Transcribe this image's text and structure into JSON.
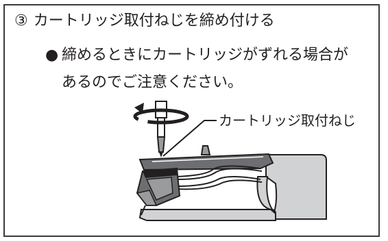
{
  "step": {
    "number": "③",
    "text": "カートリッジ取付ねじを締め付ける"
  },
  "note": {
    "bullet": "●",
    "line1": "締めるときにカートリッジがずれる場合が",
    "line2": "あるのでご注意ください。"
  },
  "diagram": {
    "callout_label": "カートリッジ取付ねじ",
    "colors": {
      "outline": "#231f20",
      "dark_gray": "#6d6e71",
      "mid_gray": "#9a9b9d",
      "light_gray": "#d1d2d4",
      "white": "#ffffff"
    }
  }
}
